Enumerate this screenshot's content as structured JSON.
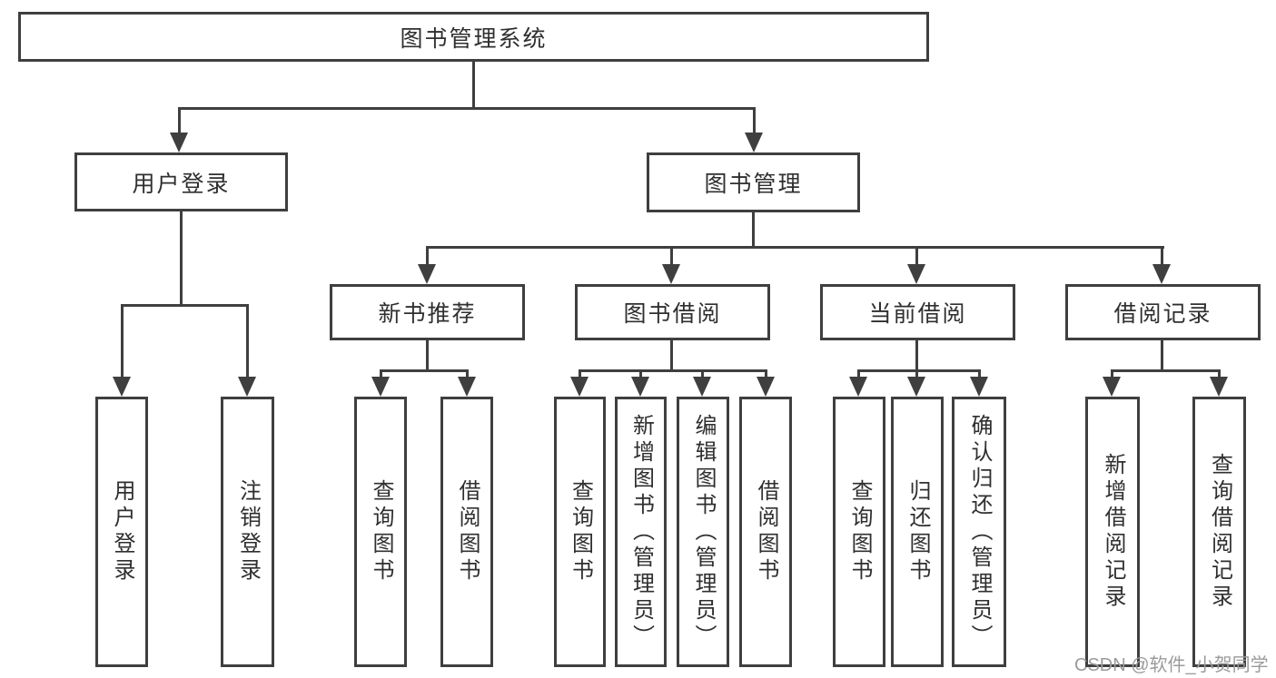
{
  "diagram_type": "hierarchy-tree",
  "nodes": {
    "root": "图书管理系统",
    "user_login": "用户登录",
    "book_mgmt": "图书管理",
    "new_book_rec": "新书推荐",
    "book_borrow": "图书借阅",
    "current_borrow": "当前借阅",
    "borrow_record": "借阅记录",
    "g1": [
      "用户登录",
      "注销登录"
    ],
    "g2": [
      "查询图书",
      "借阅图书"
    ],
    "g3": [
      "查询图书",
      "新增图书（管理员）",
      "编辑图书（管理员）",
      "借阅图书"
    ],
    "g4": [
      "查询图书",
      "归还图书",
      "确认归还（管理员）"
    ],
    "g5": [
      "新增借阅记录",
      "查询借阅记录"
    ]
  },
  "hierarchy": {
    "图书管理系统": {
      "用户登录": [
        "用户登录",
        "注销登录"
      ],
      "图书管理": {
        "新书推荐": [
          "查询图书",
          "借阅图书"
        ],
        "图书借阅": [
          "查询图书",
          "新增图书（管理员）",
          "编辑图书（管理员）",
          "借阅图书"
        ],
        "当前借阅": [
          "查询图书",
          "归还图书",
          "确认归还（管理员）"
        ],
        "借阅记录": [
          "新增借阅记录",
          "查询借阅记录"
        ]
      }
    }
  },
  "watermark": "CSDN @软件_小贺同学",
  "colors": {
    "line": "#3f3f3f",
    "box_border": "#3f3f3f",
    "text": "#2f2f2f",
    "watermark": "#9b9b9b",
    "background": "#ffffff"
  }
}
